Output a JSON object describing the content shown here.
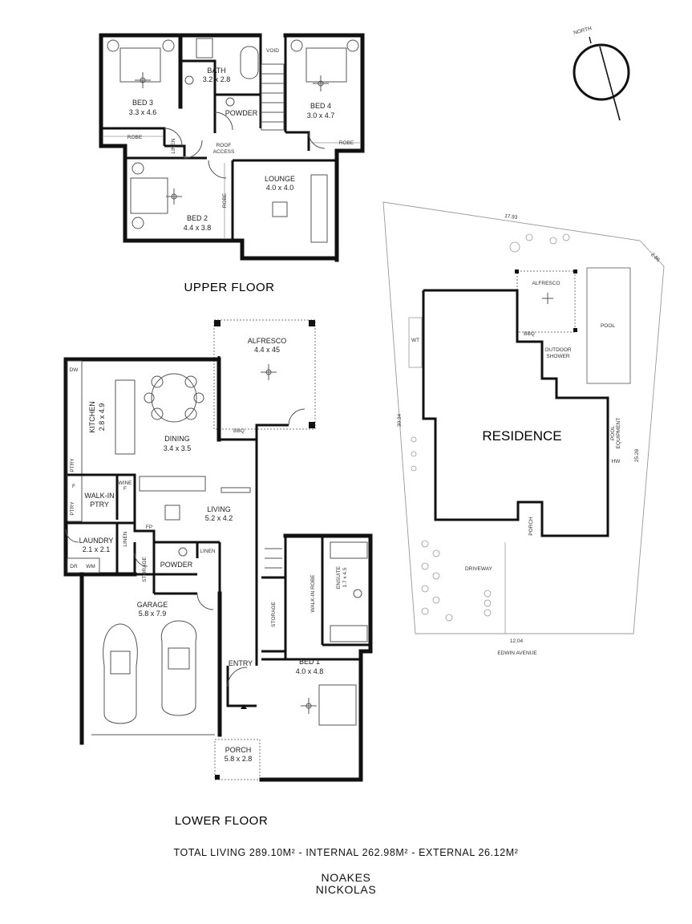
{
  "floors": {
    "upper_title": "UPPER FLOOR",
    "lower_title": "LOWER FLOOR"
  },
  "compass": {
    "label": "NORTH"
  },
  "upper_rooms": {
    "bed3": [
      "BED 3",
      "3.3 x 4.6"
    ],
    "bath": [
      "BATH",
      "3.2 x 2.8"
    ],
    "void": "VOID",
    "bed4": [
      "BED 4",
      "3.0 x 4.7"
    ],
    "powder": "POWDER",
    "robe_left": "ROBE",
    "robe_right": "ROBE",
    "linen": "LINEN",
    "roof_access": [
      "ROOF",
      "ACCESS"
    ],
    "lounge": [
      "LOUNGE",
      "4.0 x 4.0"
    ],
    "bed2": [
      "BED 2",
      "4.4 x 3.8"
    ],
    "robe_bed2": "ROBE"
  },
  "lower_rooms": {
    "alfresco": [
      "ALFRESCO",
      "4.4 x 45"
    ],
    "dw": "DW",
    "kitchen": [
      "KITCHEN",
      "2.8 x 4.9"
    ],
    "dining": [
      "DINING",
      "3.4 x 3.5"
    ],
    "bbq": "BBQ",
    "ptry1": "PTRY",
    "fridge": "F",
    "ptry2": "PTRY",
    "wine": [
      "WINE",
      "F"
    ],
    "walkin_ptry": [
      "WALK-IN",
      "PTRY"
    ],
    "living": [
      "LIVING",
      "5.2 x 4.2"
    ],
    "fp": "FP",
    "laundry": [
      "LAUNDRY",
      "2.1 x 2.1"
    ],
    "linen": "LINEN",
    "dr": "DR",
    "wm": "WM",
    "storage_left": "STORAGE",
    "powder": "POWDER",
    "linen2": "LINEN",
    "garage": [
      "GARAGE",
      "5.8 x 7.9"
    ],
    "walkin_robe": "WALK-IN ROBE",
    "ensuite": [
      "ENSUITE",
      "1.7 x 4.5"
    ],
    "storage_mid": "STORAGE",
    "entry": "ENTRY",
    "bed1": [
      "BED 1",
      "4.0 x 4.8"
    ],
    "porch": [
      "PORCH",
      "5.8 x 2.8"
    ]
  },
  "site": {
    "residence": "RESIDENCE",
    "alfresco": "ALFRESCO",
    "bbq": "BBQ",
    "outdoor_shower": [
      "OUTDOOR",
      "SHOWER"
    ],
    "pool": "POOL",
    "wt": "WT",
    "pool_equipment": [
      "POOL",
      "EQUIPMENT"
    ],
    "hw": "HW",
    "porch": "PORCH",
    "driveway": "DRIVEWAY",
    "street": "EDWIN AVENUE",
    "dim_top": "17.93",
    "dim_topright": "2.86",
    "dim_left": "30.34",
    "dim_right": "25.28",
    "dim_bottom": "12.04"
  },
  "footer": {
    "totals": "TOTAL LIVING 289.10M² - INTERNAL 262.98M² - EXTERNAL 26.12M²",
    "agent_line1": "NOAKES",
    "agent_line2": "NICKOLAS"
  }
}
